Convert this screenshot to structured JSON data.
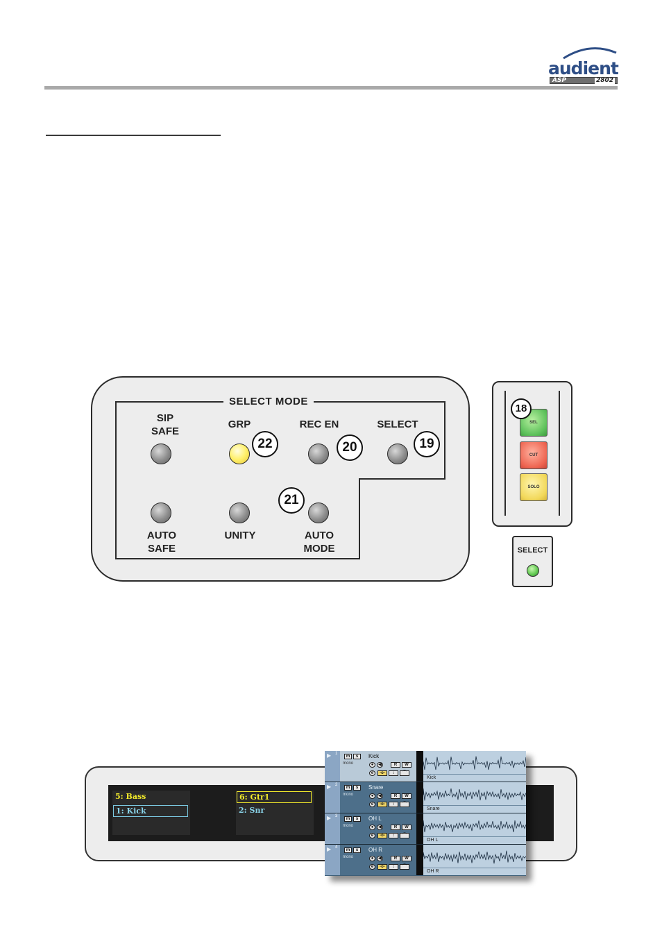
{
  "header": {
    "logo_word": "audient",
    "logo_model_prefix": "ASP",
    "logo_model_number": "2802"
  },
  "select_mode_panel": {
    "title": "SELECT MODE",
    "buttons": [
      {
        "label_line1": "SIP",
        "label_line2": "SAFE",
        "led": "grey"
      },
      {
        "label_line1": "GRP",
        "label_line2": "",
        "led": "yellow",
        "callout": "22"
      },
      {
        "label_line1": "REC EN",
        "label_line2": "",
        "led": "grey",
        "callout": "20"
      },
      {
        "label_line1": "SELECT",
        "label_line2": "",
        "led": "grey",
        "callout": "19"
      },
      {
        "label_line1": "AUTO",
        "label_line2": "SAFE",
        "led": "grey"
      },
      {
        "label_line1": "UNITY",
        "label_line2": "",
        "led": "grey"
      },
      {
        "label_line1": "AUTO",
        "label_line2": "MODE",
        "led": "grey",
        "callout": "21"
      }
    ]
  },
  "channel_strip": {
    "callout": "18",
    "sel_label": "SEL",
    "cut_label": "CUT",
    "solo_label": "SOLO",
    "colors": {
      "sel": "#5cc05a",
      "cut": "#ee6450",
      "solo": "#f2d85a"
    }
  },
  "select_button": {
    "label": "SELECT",
    "led_color": "#66cc55"
  },
  "display_panel": {
    "lcds": [
      {
        "top": "5: Bass",
        "bottom": "1: Kick"
      },
      {
        "top": "6: Gtr1",
        "bottom": "2: Snr"
      }
    ]
  },
  "daw_tracks": [
    {
      "num": "1",
      "name": "Kick",
      "mono": "mono",
      "region": "Kick",
      "active": true
    },
    {
      "num": "2",
      "name": "Snare",
      "mono": "mono",
      "region": "Snare",
      "active": false
    },
    {
      "num": "3",
      "name": "OH L",
      "mono": "mono",
      "region": "OH L",
      "active": false
    },
    {
      "num": "4",
      "name": "OH R",
      "mono": "mono",
      "region": "OH R",
      "active": false
    }
  ],
  "daw_controls": {
    "m": "m",
    "s": "s",
    "r": "R",
    "w": "W"
  }
}
